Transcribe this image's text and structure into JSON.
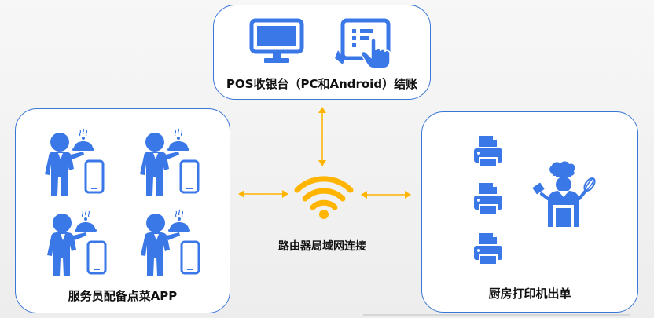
{
  "pos_panel": {
    "caption": "POS收银台（PC和Android）结账"
  },
  "waiter_panel": {
    "caption": "服务员配备点菜APP"
  },
  "kitchen_panel": {
    "caption": "厨房打印机出单"
  },
  "router": {
    "caption": "路由器局域网连接"
  },
  "colors": {
    "blue": "#3a76d8",
    "icon_blue": "#3b78e7",
    "orange": "#ffb400"
  },
  "icons": [
    "monitor-icon",
    "tablet-touch-icon",
    "waiter-icon",
    "phone-icon",
    "printer-icon",
    "chef-icon",
    "wifi-icon",
    "arrow-icon"
  ]
}
